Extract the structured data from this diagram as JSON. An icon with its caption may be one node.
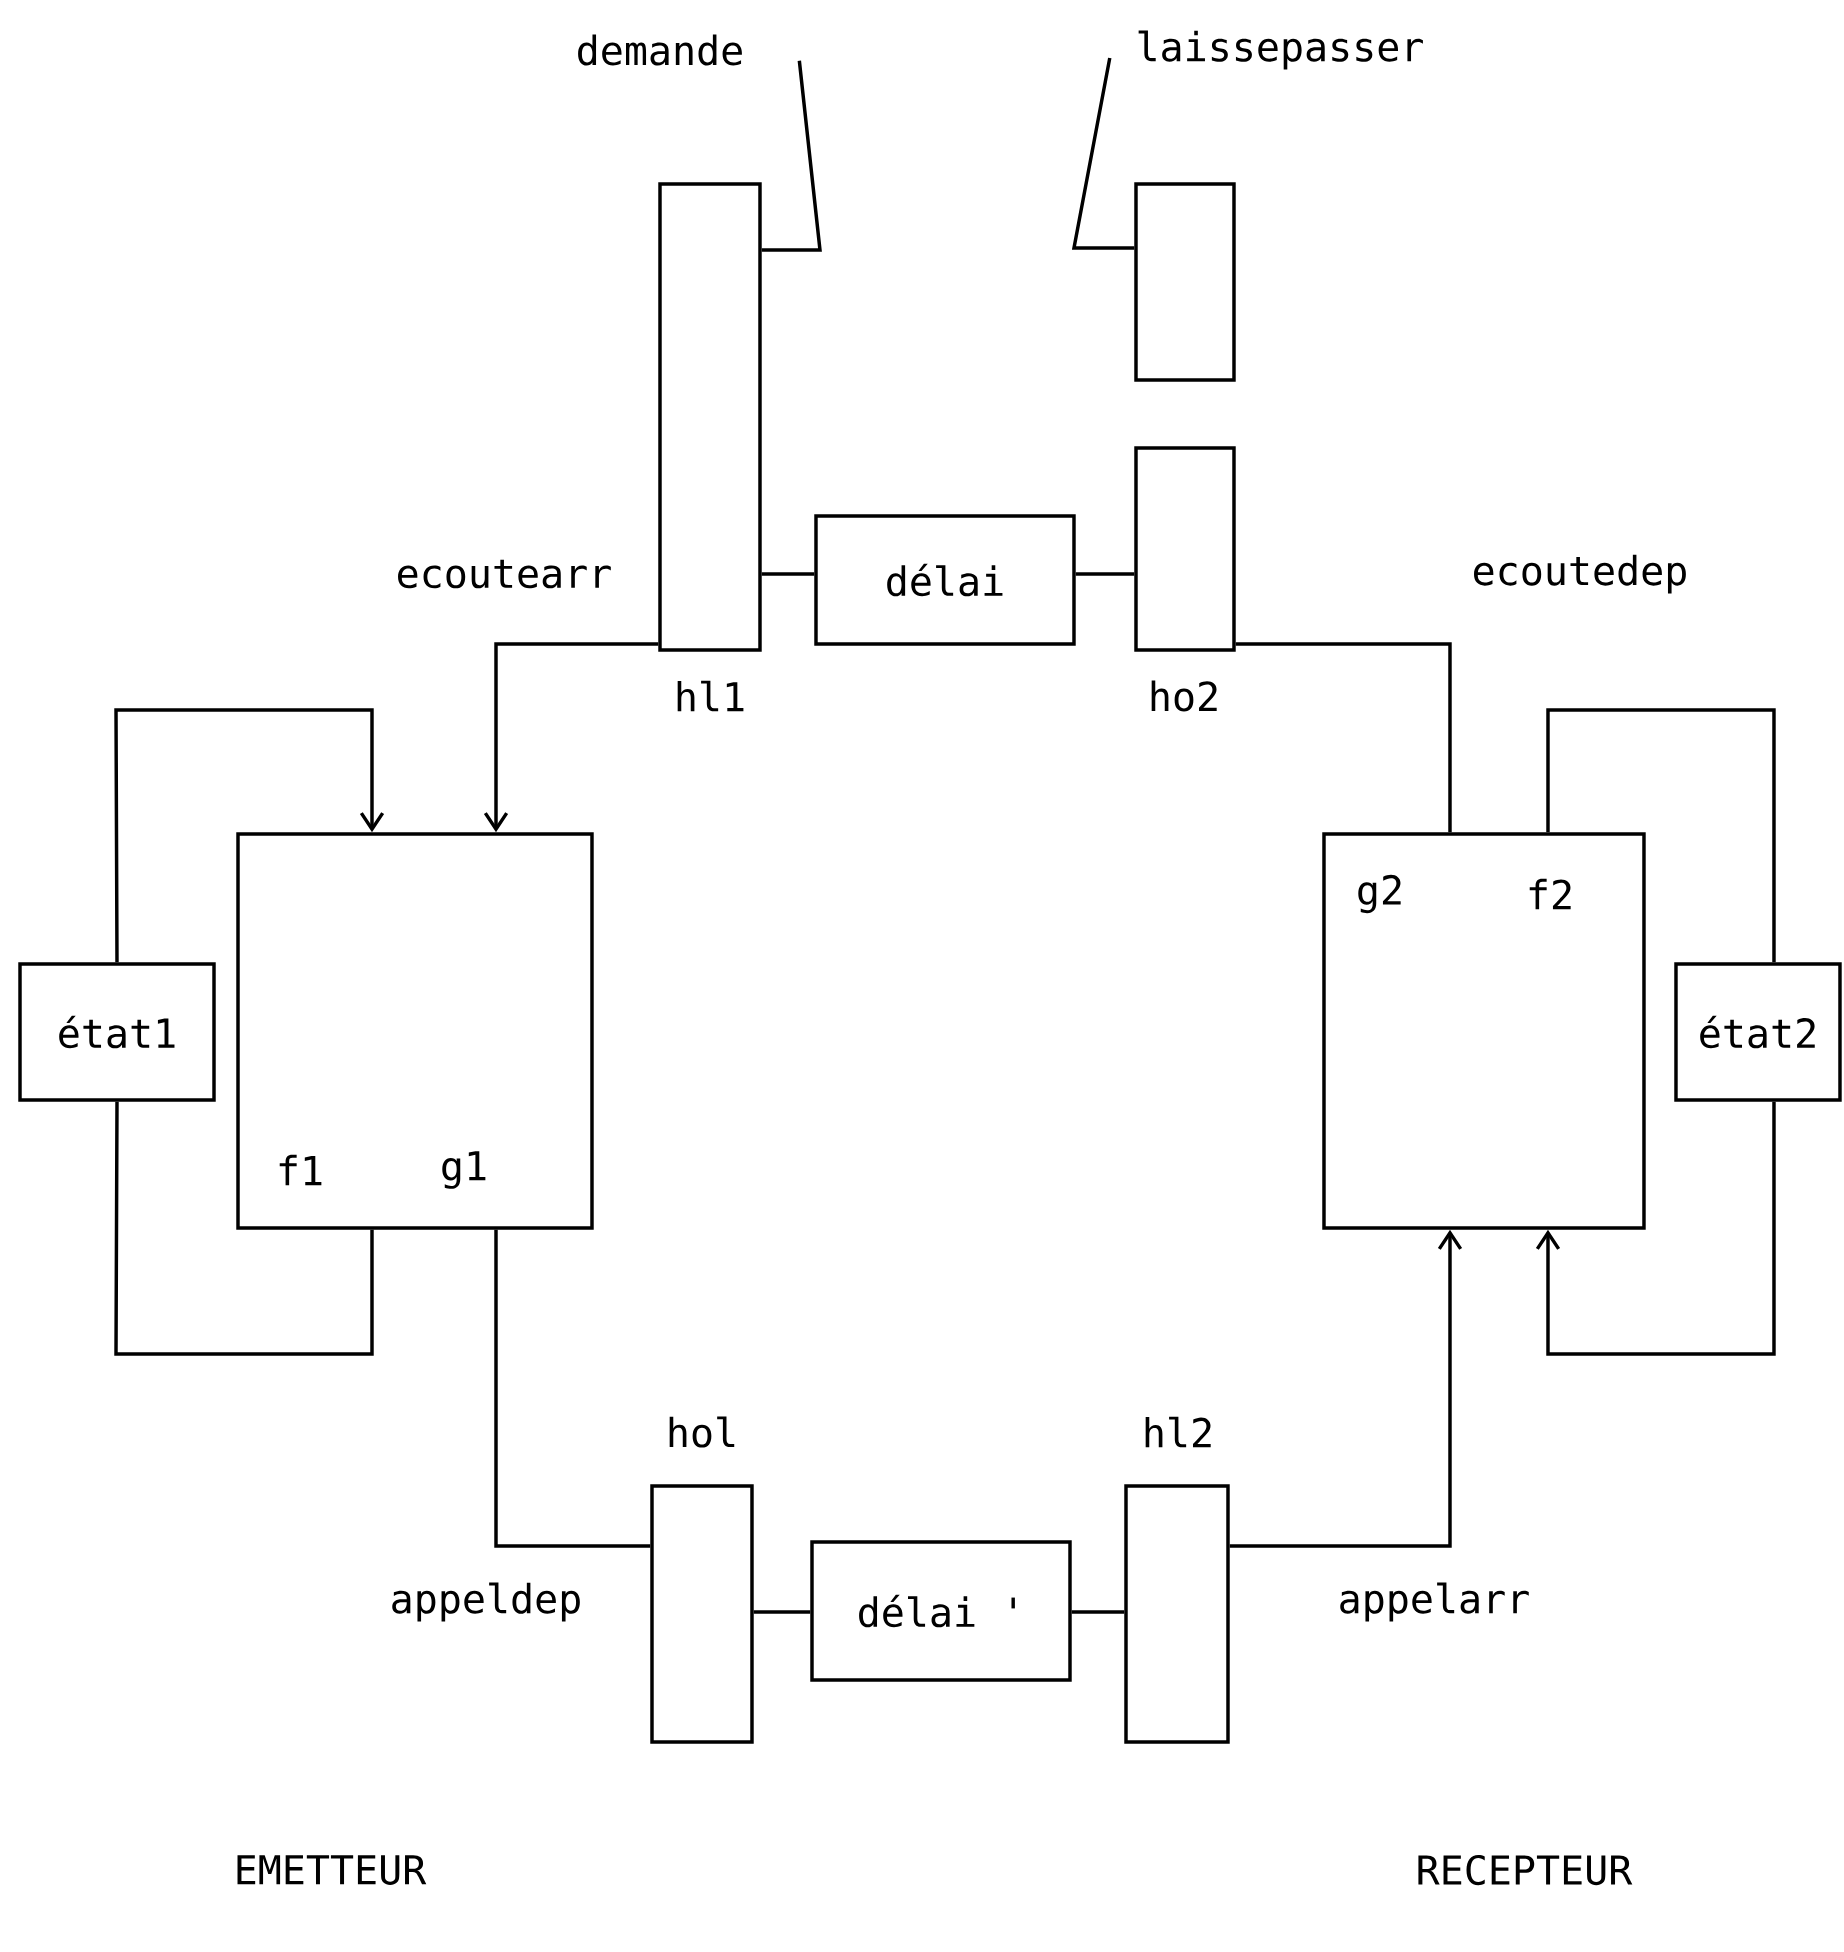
{
  "diagram": {
    "nodes": [
      {
        "text": [
          "demande"
        ]
      },
      {
        "text": [
          "laissepasser"
        ]
      },
      {
        "text": [],
        "shape": "box",
        "beside": [
          "hl1"
        ]
      },
      {
        "text": [],
        "shape": "box"
      },
      {
        "text": [
          "délai"
        ]
      },
      {
        "text": [],
        "shape": "box",
        "beside": [
          "ho2"
        ]
      },
      {
        "text": [
          "état1"
        ]
      },
      {
        "text": [
          "f1",
          "g1"
        ]
      },
      {
        "text": [
          "g2",
          "f2"
        ]
      },
      {
        "text": [
          "état2"
        ]
      },
      {
        "text": [],
        "shape": "box",
        "beside": [
          "hol"
        ]
      },
      {
        "text": [
          "délai '"
        ]
      },
      {
        "text": [],
        "shape": "box",
        "beside": [
          "hl2"
        ]
      }
    ],
    "edges": [
      {
        "from": 0,
        "to": 2,
        "arrow": "none"
      },
      {
        "from": 1,
        "to": 3,
        "arrow": "none"
      },
      {
        "from": 2,
        "to": 4,
        "arrow": "none"
      },
      {
        "from": 4,
        "to": 5,
        "arrow": "none"
      },
      {
        "from": 2,
        "to": 7,
        "arrow": "to",
        "label": "ecoutearr"
      },
      {
        "from": 5,
        "to": 8,
        "arrow": "none",
        "label": "ecoutedep"
      },
      {
        "from": 6,
        "to": 7,
        "arrow": "to"
      },
      {
        "from": 7,
        "to": 6,
        "arrow": "none"
      },
      {
        "from": 8,
        "to": 9,
        "arrow": "none"
      },
      {
        "from": 9,
        "to": 8,
        "arrow": "to"
      },
      {
        "from": 7,
        "to": 10,
        "arrow": "none",
        "label": "appeldep"
      },
      {
        "from": 12,
        "to": 8,
        "arrow": "to",
        "label": "appelarr"
      },
      {
        "from": 10,
        "to": 11,
        "arrow": "none"
      },
      {
        "from": 11,
        "to": 12,
        "arrow": "none"
      }
    ],
    "labels": [
      "EMETTEUR",
      "RECEPTEUR"
    ]
  }
}
